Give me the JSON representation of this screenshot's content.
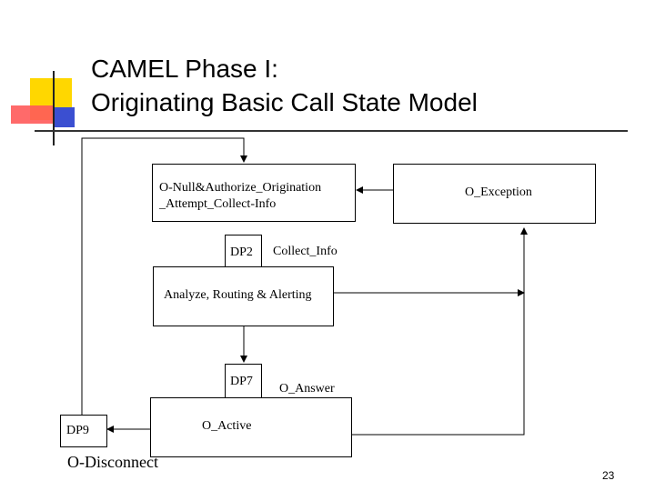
{
  "slide": {
    "title_line1": "CAMEL Phase I:",
    "title_line2": "Originating Basic Call State Model",
    "page_number": "23"
  },
  "diagram": {
    "pic_box_line1": "O-Null&Authorize_Origination",
    "pic_box_line2": "_Attempt_Collect-Info",
    "exception_box": "O_Exception",
    "dp2_label": "DP2",
    "collect_info_label": "Collect_Info",
    "analyze_box": "Analyze, Routing & Alerting",
    "dp7_label": "DP7",
    "o_answer_label": "O_Answer",
    "dp9_label": "DP9",
    "o_active_label": "O_Active",
    "o_disconnect_label": "O-Disconnect"
  },
  "colors": {
    "accent_yellow": "#ffd700",
    "accent_red": "#ff5050",
    "accent_blue": "#3b4fd1",
    "rule": "#333333"
  }
}
